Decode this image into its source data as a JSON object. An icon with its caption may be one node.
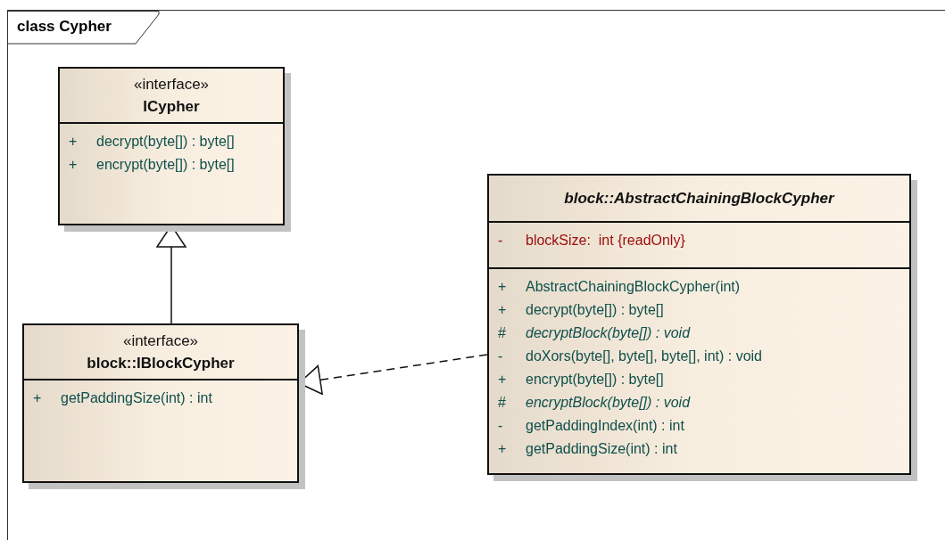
{
  "diagram": {
    "nodes": [
      {
        "text": [
          "class Cypher"
        ]
      },
      {
        "text": [
          "«interface»",
          "ICypher",
          "+ decrypt(byte[]) : byte[]",
          "+ encrypt(byte[]) : byte[]"
        ],
        "in": 0
      },
      {
        "text": [
          "«interface»",
          "block::IBlockCypher",
          "+ getPaddingSize(int) : int"
        ],
        "in": 0
      },
      {
        "text": [
          "block::AbstractChainingBlockCypher",
          "- blockSize:  int {readOnly}",
          "+ AbstractChainingBlockCypher(int)",
          "+ decrypt(byte[]) : byte[]",
          "# *decryptBlock(byte[]) : void*",
          "- doXors(byte[], byte[], byte[], int) : void",
          "+ encrypt(byte[]) : byte[]",
          "# *encryptBlock(byte[]) : void*",
          "- getPaddingIndex(int) : int",
          "+ getPaddingSize(int) : int"
        ],
        "in": 0
      }
    ],
    "edges": [
      {
        "from": 2,
        "to": 1,
        "arrow": "to"
      },
      {
        "from": 3,
        "to": 2,
        "arrow": "to",
        "style": "dashed"
      }
    ]
  }
}
